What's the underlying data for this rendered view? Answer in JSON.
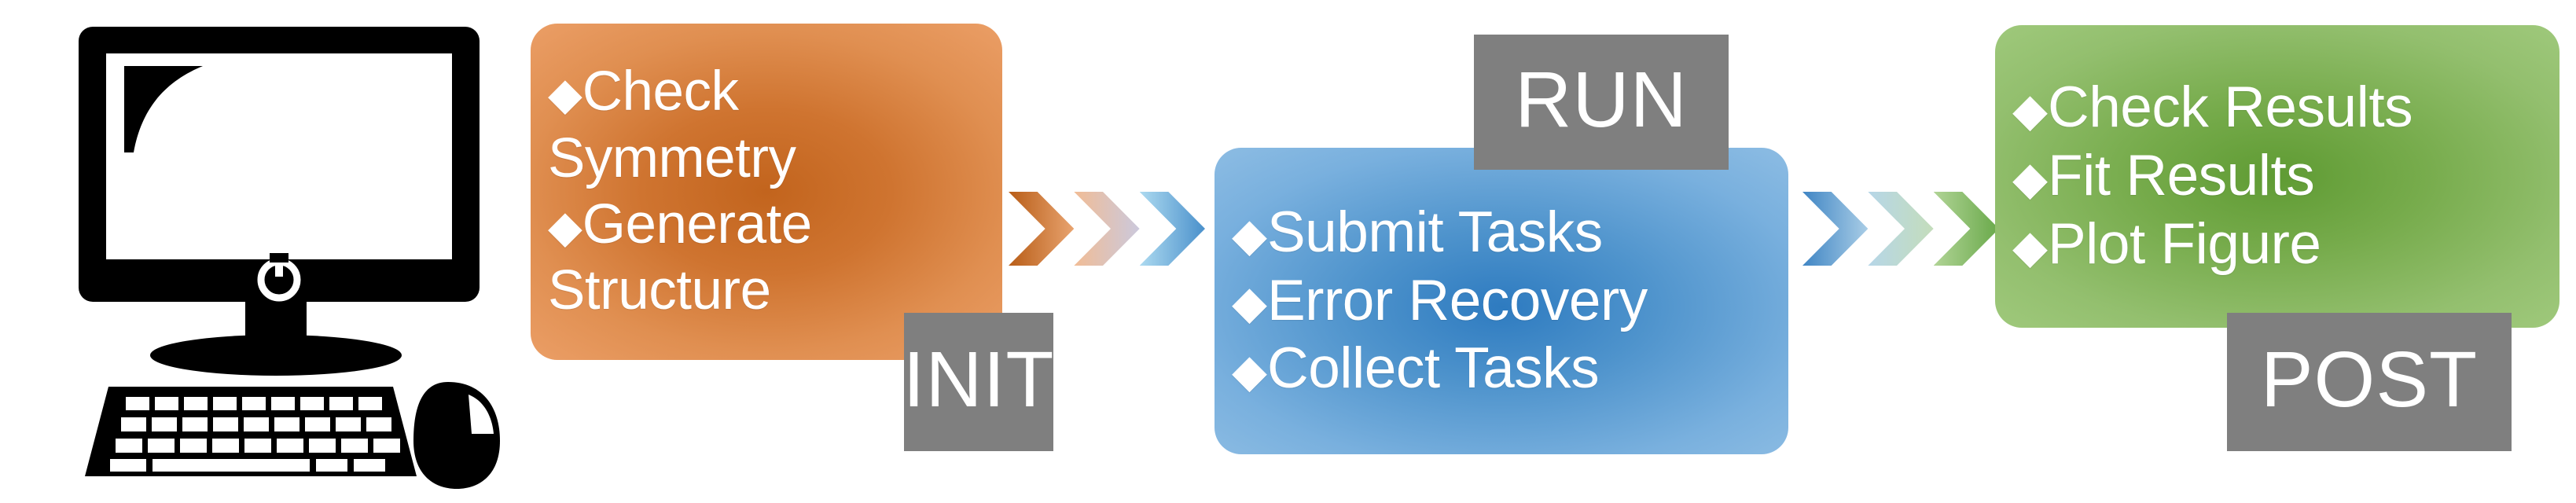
{
  "diagram": {
    "type": "workflow-pipeline",
    "title": "",
    "icon": {
      "name": "desktop-computer-icon",
      "label": "Computer workstation"
    },
    "bullet_glyph": "◆",
    "stages": [
      {
        "id": "init",
        "badge": "INIT",
        "color": "#E08F51",
        "items": [
          "Check Symmetry",
          "Generate Structure"
        ]
      },
      {
        "id": "run",
        "badge": "RUN",
        "color": "#79B0DE",
        "items": [
          "Submit Tasks",
          "Error Recovery",
          "Collect Tasks"
        ]
      },
      {
        "id": "post",
        "badge": "POST",
        "color": "#93BF6E",
        "items": [
          "Check Results",
          "Fit Results",
          "Plot Figure"
        ]
      }
    ],
    "connectors": [
      {
        "id": "init-to-run",
        "name": "chevron-arrow-icon",
        "chevron_count": 3,
        "from_color": "#B85D17",
        "to_color": "#4A90CB"
      },
      {
        "id": "run-to-post",
        "name": "chevron-arrow-icon",
        "chevron_count": 3,
        "from_color": "#3F85C4",
        "to_color": "#69A94A"
      }
    ],
    "badge_color": "#7F7F7F",
    "badge_text_color": "#FFFFFF"
  }
}
